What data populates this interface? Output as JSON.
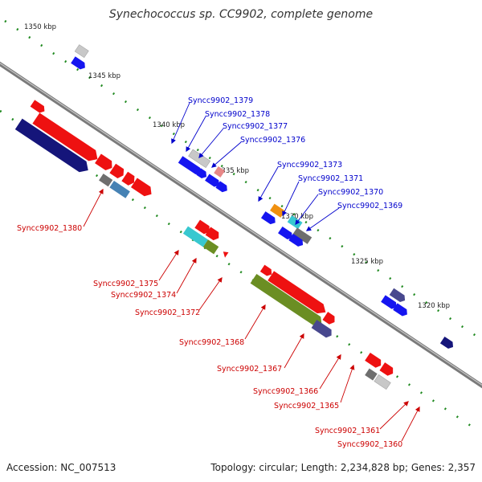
{
  "title": "Synechococcus sp. CC9902, complete genome",
  "footer": {
    "accession": "Accession: NC_007513",
    "topology": "Topology: circular; Length: 2,234,828 bp; Genes: 2,357"
  },
  "kbp_labels": [
    "1350 kbp",
    "1345 kbp",
    "1340 kbp",
    "1335 kbp",
    "1330 kbp",
    "1325 kbp",
    "1320 kbp"
  ],
  "gene_labels": {
    "outer": [
      "Syncc9902_1379",
      "Syncc9902_1378",
      "Syncc9902_1377",
      "Syncc9902_1376",
      "Syncc9902_1373",
      "Syncc9902_1371",
      "Syncc9902_1370",
      "Syncc9902_1369"
    ],
    "inner": [
      "Syncc9902_1380",
      "Syncc9902_1375",
      "Syncc9902_1374",
      "Syncc9902_1372",
      "Syncc9902_1368",
      "Syncc9902_1367",
      "Syncc9902_1366",
      "Syncc9902_1365",
      "Syncc9902_1361",
      "Syncc9902_1360"
    ]
  },
  "colors": {
    "blue_label": "#0000cc",
    "red_label": "#cc0000",
    "backbone": "#888888",
    "tick": "#228b22",
    "cds_forward": "#1515f0",
    "cds_reverse": "#ee1111",
    "dark_navy": "#15157a",
    "olive": "#6b8e23",
    "cyan": "#38c8d0",
    "orange": "#f09010",
    "steelblue": "#4682b4",
    "gray": "#6e6e6e",
    "light_gray": "#c8c8c8",
    "slate": "#48488e",
    "pink": "#e88888"
  }
}
